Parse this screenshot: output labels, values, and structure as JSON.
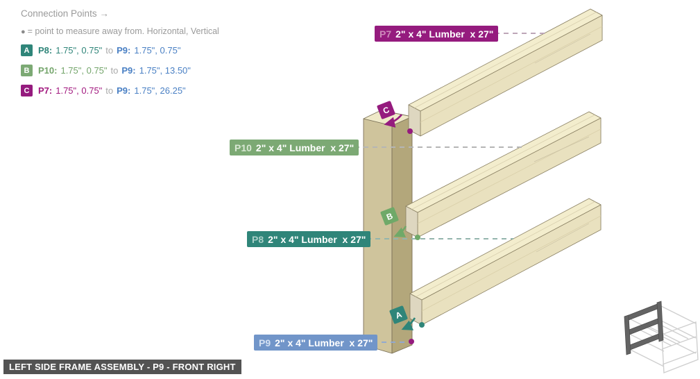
{
  "page": {
    "background": "#ffffff"
  },
  "legend": {
    "title": "Connection Points →",
    "bullet": "●",
    "note": "= point to measure away from. Horizontal, Vertical",
    "rows": [
      {
        "badge": "A",
        "badge_color": "#2f8579",
        "part_label": "P8:",
        "part_values": "1.75\", 0.75\"",
        "part_color": "#2f8579",
        "to": "to",
        "target_label": "P9:",
        "target_values": "1.75\", 0.75\"",
        "target_color": "#4a80c4"
      },
      {
        "badge": "B",
        "badge_color": "#7ca974",
        "part_label": "P10:",
        "part_values": "1.75\", 0.75\"",
        "part_color": "#74a56b",
        "to": "to",
        "target_label": "P9:",
        "target_values": "1.75\", 13.50\"",
        "target_color": "#4a80c4"
      },
      {
        "badge": "C",
        "badge_color": "#951b7e",
        "part_label": "P7:",
        "part_values": "1.75\", 0.75\"",
        "part_color": "#a2197f",
        "to": "to",
        "target_label": "P9:",
        "target_values": "1.75\", 26.25\"",
        "target_color": "#4a80c4"
      }
    ]
  },
  "labels": [
    {
      "id": "P7",
      "text": "2\" x 4\" Lumber  x 27\"",
      "bg": "#951b7e",
      "id_color": "#cd8abb",
      "line_color": "#bda6b8"
    },
    {
      "id": "P10",
      "text": "2\" x 4\" Lumber  x 27\"",
      "bg": "#7ca974",
      "id_color": "#d9e8d4",
      "line_color": "#b5b5b5"
    },
    {
      "id": "P8",
      "text": "2\" x 4\" Lumber  x 27\"",
      "bg": "#2f8579",
      "id_color": "#a9cfc8",
      "line_color": "#93b5ad"
    },
    {
      "id": "P9",
      "text": "2\" x 4\" Lumber  x 27\"",
      "bg": "#7195c9",
      "id_color": "#d3e0f2",
      "line_color": "#92a9cf"
    }
  ],
  "markers": [
    {
      "letter": "A",
      "color": "#2f8579"
    },
    {
      "letter": "B",
      "color": "#6fa968"
    },
    {
      "letter": "C",
      "color": "#951b7e"
    }
  ],
  "dots": [
    {
      "name": "p7-measure-point",
      "color": "#951b7e"
    },
    {
      "name": "p10-measure-point",
      "color": "#6fa968"
    },
    {
      "name": "p8-measure-point",
      "color": "#2f8579"
    },
    {
      "name": "p9-measure-point",
      "color": "#951b7e"
    }
  ],
  "wood": {
    "rail_top": "#f3edcd",
    "rail_front": "#e9e1bf",
    "rail_cap": "#ded7c0",
    "rail_cap_far": "#d6cdad",
    "edge_line": "#d8cfae",
    "post_top": "#efe9c8",
    "post_left": "#cfc49c",
    "post_right": "#b3a77b"
  },
  "thumbnail": {
    "dark": "#646464",
    "ghost": "#d2d2d2"
  },
  "footer": {
    "text": "LEFT SIDE FRAME ASSEMBLY - P9 - FRONT RIGHT",
    "bg": "#535353"
  }
}
